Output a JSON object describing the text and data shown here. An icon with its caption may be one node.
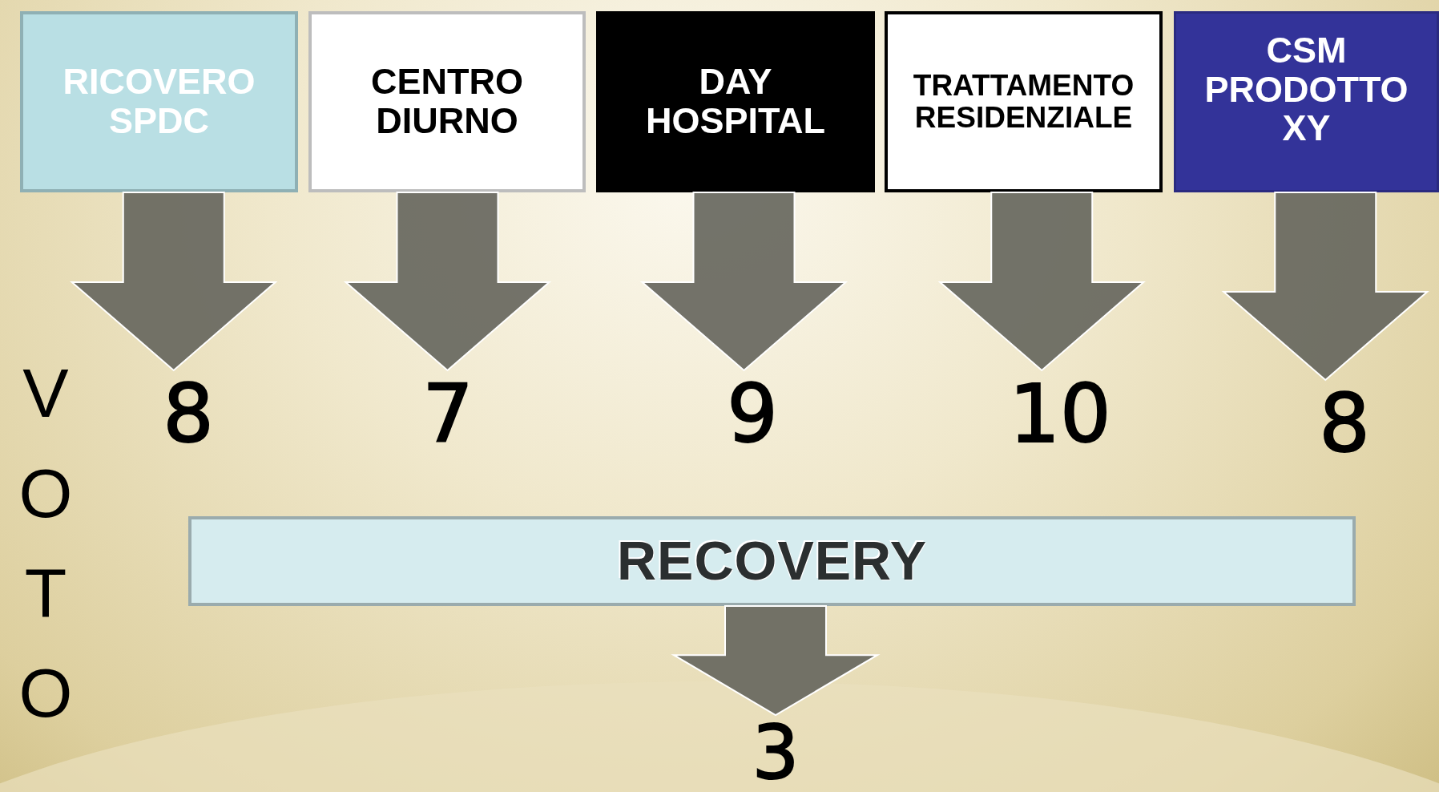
{
  "diagram": {
    "nodes": [
      {
        "text": [
          "RICOVERO SPDC"
        ]
      },
      {
        "text": [
          "CENTRO DIURNO"
        ]
      },
      {
        "text": [
          "DAY HOSPITAL"
        ]
      },
      {
        "text": [
          "TRATTAMENTO RESIDENZIALE"
        ]
      },
      {
        "text": [
          "CSM PRODOTTO XY"
        ]
      },
      {
        "text": [
          "8"
        ]
      },
      {
        "text": [
          "7"
        ]
      },
      {
        "text": [
          "9"
        ]
      },
      {
        "text": [
          "10"
        ]
      },
      {
        "text": [
          "8"
        ]
      },
      {
        "text": [
          "RECOVERY"
        ]
      },
      {
        "text": [
          "3"
        ]
      }
    ],
    "edges": [
      {
        "from": 0,
        "to": 5,
        "arrow": "to"
      },
      {
        "from": 1,
        "to": 6,
        "arrow": "to"
      },
      {
        "from": 2,
        "to": 7,
        "arrow": "to"
      },
      {
        "from": 3,
        "to": 8,
        "arrow": "to"
      },
      {
        "from": 4,
        "to": 9,
        "arrow": "to"
      },
      {
        "from": 10,
        "to": 11,
        "arrow": "to"
      }
    ],
    "labels": [
      "VOTO"
    ]
  }
}
